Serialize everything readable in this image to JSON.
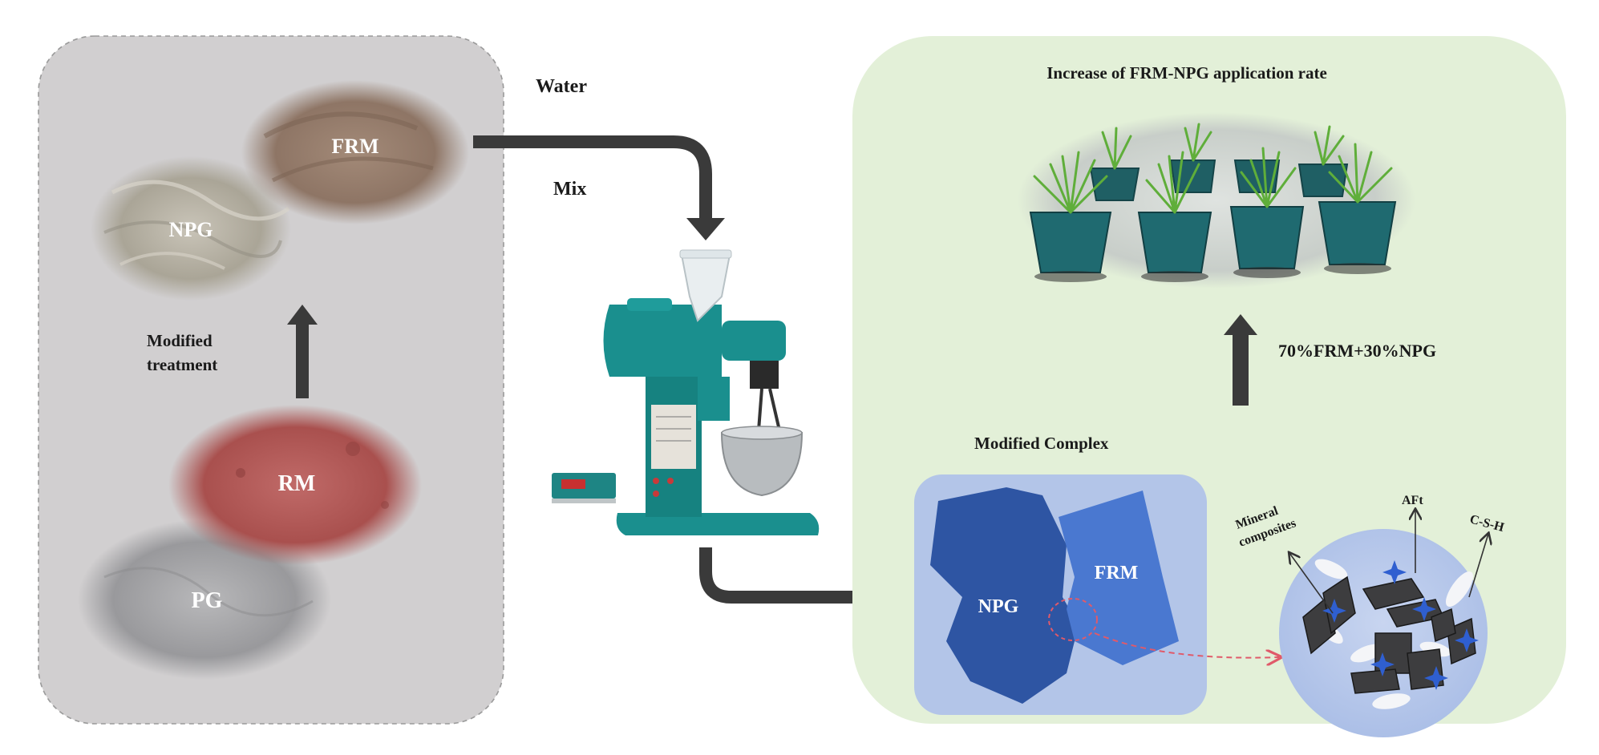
{
  "left_panel": {
    "materials": {
      "frm": "FRM",
      "npg": "NPG",
      "rm": "RM",
      "pg": "PG"
    },
    "treatment_label_line1": "Modified",
    "treatment_label_line2": "treatment"
  },
  "middle": {
    "water_label": "Water",
    "mix_label": "Mix"
  },
  "right_panel": {
    "title": "Increase of FRM-NPG application rate",
    "ratio_label": "70%FRM+30%NPG",
    "complex_title": "Modified Complex",
    "complex_npg": "NPG",
    "complex_frm": "FRM",
    "micro_labels": {
      "mineral_line1": "Mineral",
      "mineral_line2": "composites",
      "aft": "AFt",
      "csh": "C-S-H"
    }
  },
  "colors": {
    "left_panel_bg": "#d1cfd0",
    "right_panel_bg": "#e3f0d8",
    "arrow": "#3a3a3a",
    "npg_blue": "#2e55a3",
    "frm_blue": "#4a78d0",
    "complex_bg": "#b3c5e8",
    "dashed_red": "#e05a6a",
    "pot_teal": "#1f5f64",
    "mixer_teal": "#1a8f8e"
  }
}
